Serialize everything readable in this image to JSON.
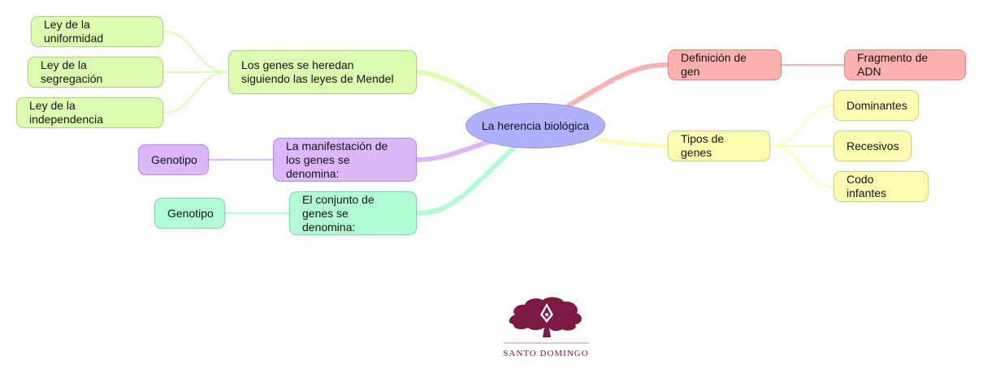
{
  "center": {
    "label": "La herencia biológica"
  },
  "branches": {
    "mendel": {
      "label": "Los genes se heredan siguiendo las leyes de Mendel",
      "children": [
        "Ley de la uniformidad",
        "Ley de la segregación",
        "Ley de la independencia"
      ]
    },
    "manifestacion": {
      "label": "La manifestación de los genes se denomina:",
      "children": [
        "Genotipo"
      ]
    },
    "conjunto": {
      "label": "El conjunto de genes se denomina:",
      "children": [
        "Genotipo"
      ]
    },
    "definicion": {
      "label": "Definición de gen",
      "children": [
        "Fragmento de ADN"
      ]
    },
    "tipos": {
      "label": "Tipos de genes",
      "children": [
        "Dominantes",
        "Recesivos",
        "Codo infantes"
      ]
    }
  },
  "logo": {
    "text": "SANTO DOMINGO"
  },
  "colors": {
    "green": "#dcfdb0",
    "purple": "#dcb8fb",
    "mint": "#b0fdd5",
    "red": "#fcb0b0",
    "yellow": "#fdfdb0",
    "center": "#b0b0fc",
    "brand": "#7d1a42"
  }
}
